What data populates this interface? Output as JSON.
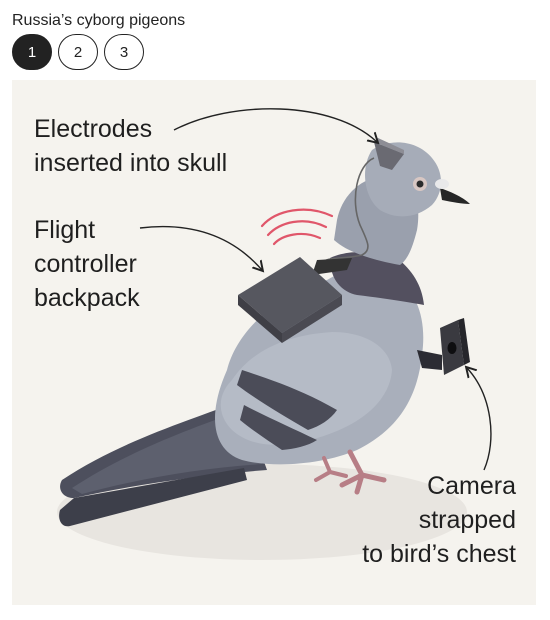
{
  "header": {
    "title": "Russia’s cyborg pigeons"
  },
  "steps": [
    {
      "label": "1",
      "active": true
    },
    {
      "label": "2",
      "active": false
    },
    {
      "label": "3",
      "active": false
    }
  ],
  "illustration": {
    "labels": {
      "electrodes": [
        "Electrodes",
        "inserted into skull"
      ],
      "backpack": [
        "Flight",
        "controller",
        "backpack"
      ],
      "camera": [
        "Camera",
        "strapped",
        "to bird’s chest"
      ]
    },
    "colors": {
      "background": "#f5f3ee",
      "pigeon_body": "#a9afbb",
      "pigeon_dark": "#4f5160",
      "signal": "#e0566a"
    }
  }
}
